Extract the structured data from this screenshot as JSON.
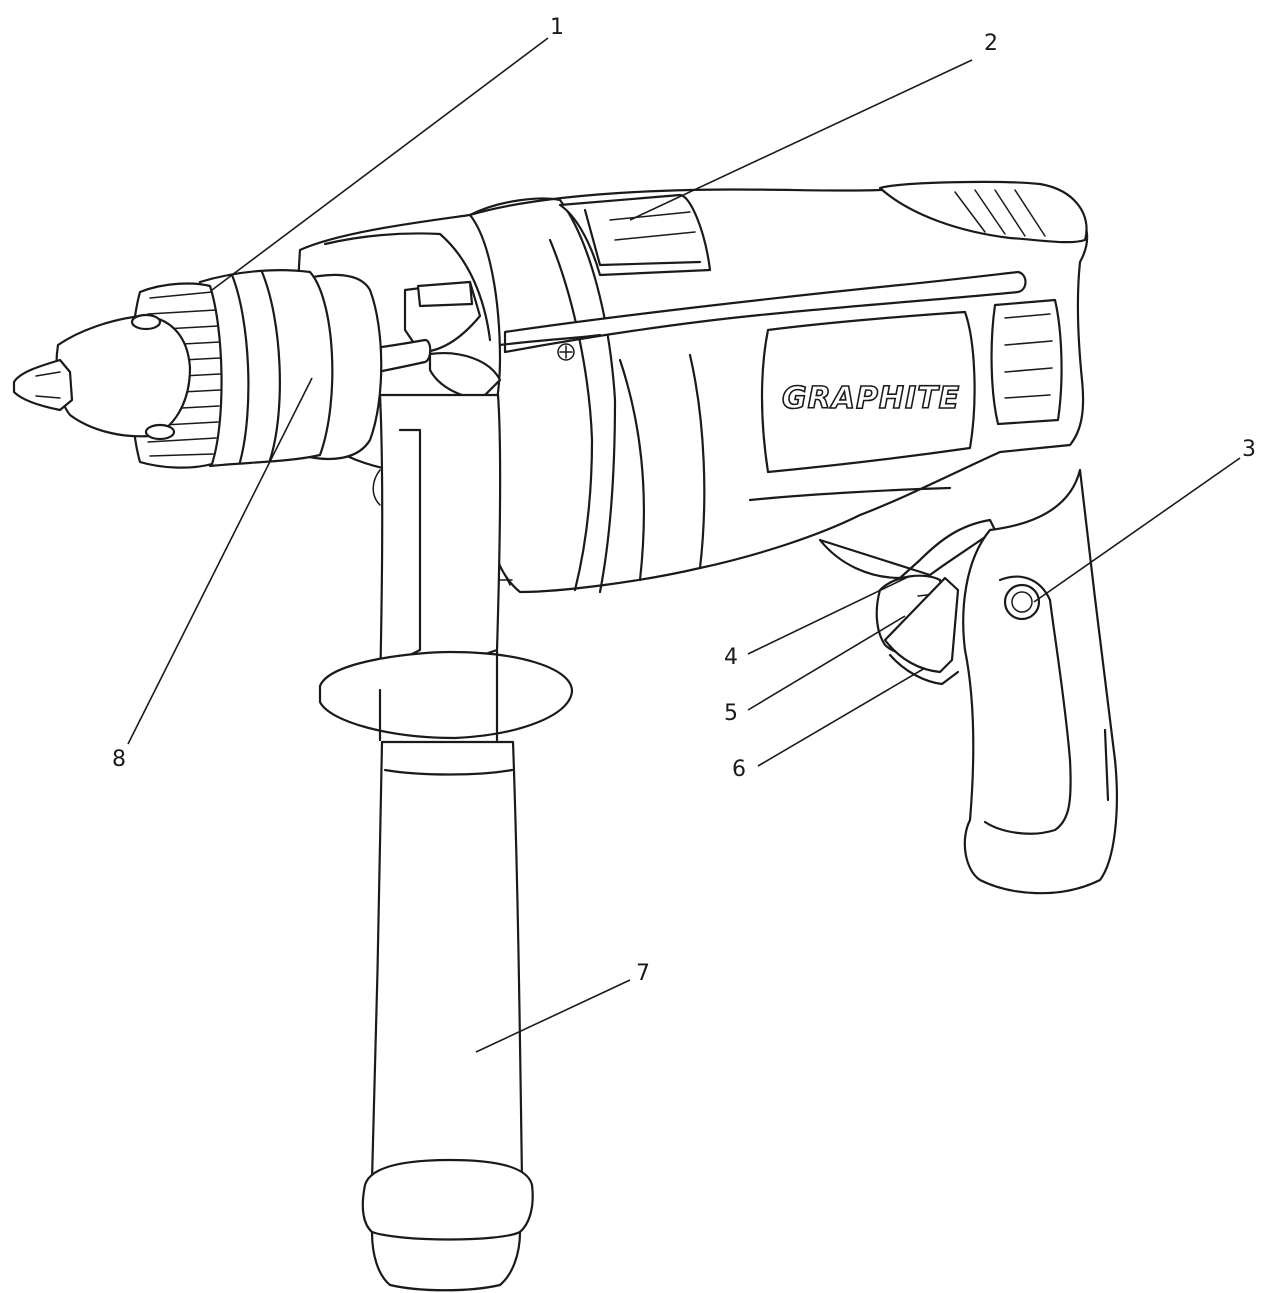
{
  "brand_label": "GRAPHITE",
  "callouts": [
    {
      "id": "c1",
      "label": "1"
    },
    {
      "id": "c2",
      "label": "2"
    },
    {
      "id": "c3",
      "label": "3"
    },
    {
      "id": "c4",
      "label": "4"
    },
    {
      "id": "c5",
      "label": "5"
    },
    {
      "id": "c6",
      "label": "6"
    },
    {
      "id": "c7",
      "label": "7"
    },
    {
      "id": "c8",
      "label": "8"
    }
  ],
  "colors": {
    "line": "#1a1a1a",
    "background": "#ffffff"
  }
}
